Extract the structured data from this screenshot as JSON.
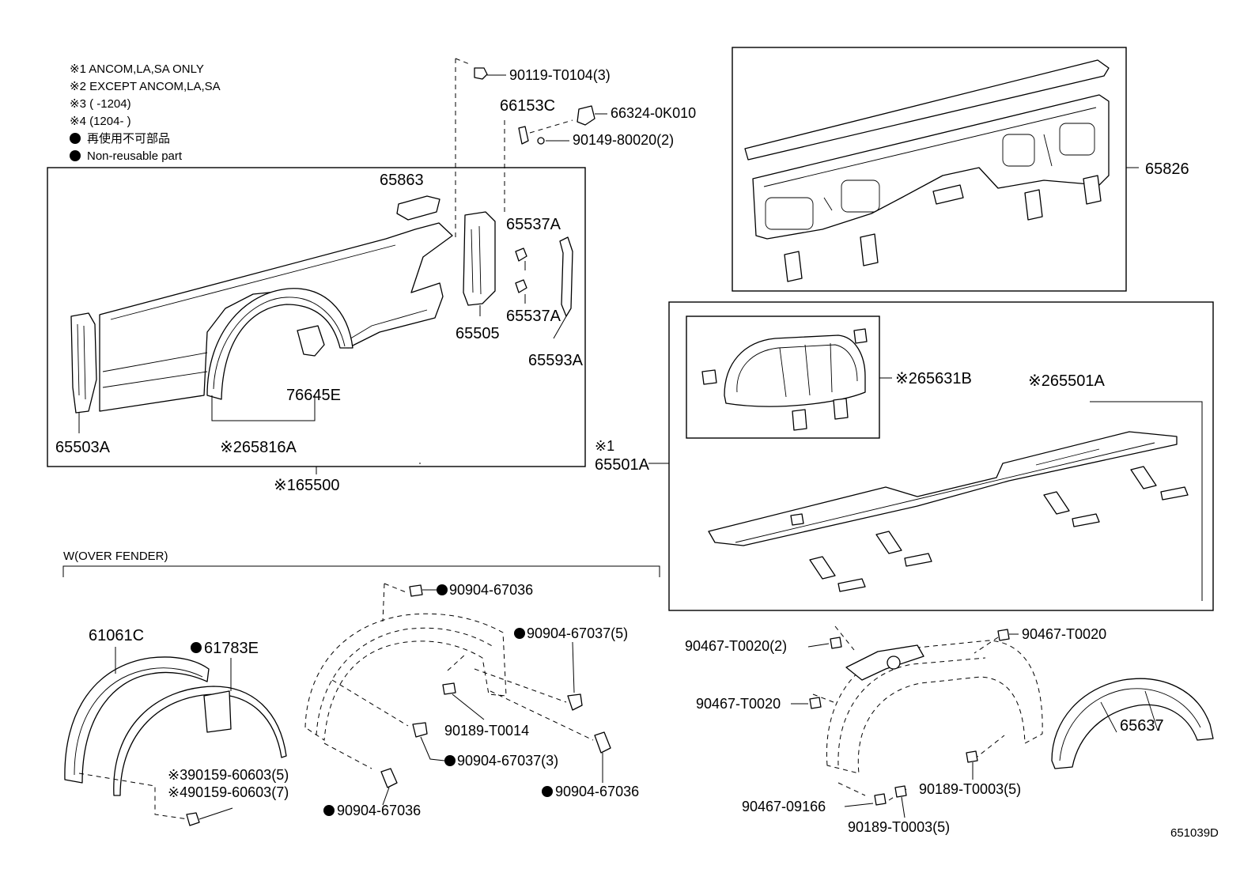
{
  "notes": {
    "n1": "※1 ANCOM,LA,SA ONLY",
    "n2": "※2 EXCEPT ANCOM,LA,SA",
    "n3": "※3 (       -1204)",
    "n4": "※4 (1204-       )",
    "n5": "再使用不可部品",
    "n6": "Non-reusable part"
  },
  "parts": {
    "p90119": "90119-T0104(3)",
    "p66153C": "66153C",
    "p66324": "66324-0K010",
    "p90149": "90149-80020(2)",
    "p65863": "65863",
    "p65537A_a": "65537A",
    "p65537A_b": "65537A",
    "p65505": "65505",
    "p65593A": "65593A",
    "p76645E": "76645E",
    "p65503A": "65503A",
    "p65816A": "※265816A",
    "p65500": "※165500",
    "p65826": "65826",
    "p65631B": "※265631B",
    "p65501A_inner": "※265501A",
    "p65501A_mark": "※1",
    "p65501A": "65501A",
    "over_fender": "W(OVER FENDER)",
    "p61061C": "61061C",
    "p61783E": "61783E",
    "p90904_67036_a": "90904-67036",
    "p90904_67037_5": "90904-67037(5)",
    "p90189_T0014": "90189-T0014",
    "p90904_67037_3": "90904-67037(3)",
    "p90904_67036_b": "90904-67036",
    "p90904_67036_c": "90904-67036",
    "p90159_5": "※390159-60603(5)",
    "p90159_7": "※490159-60603(7)",
    "p90467_T0020_2": "90467-T0020(2)",
    "p90467_T0020_a": "90467-T0020",
    "p90467_T0020_b": "90467-T0020",
    "p65637": "65637",
    "p90189_T0003_a": "90189-T0003(5)",
    "p90467_09166": "90467-09166",
    "p90189_T0003_b": "90189-T0003(5)",
    "code": "651039D"
  }
}
